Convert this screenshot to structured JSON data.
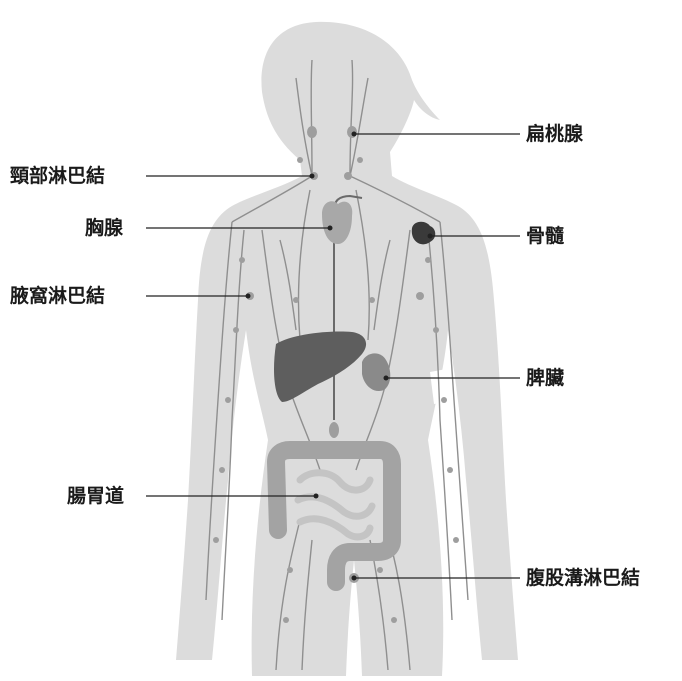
{
  "diagram": {
    "colors": {
      "body": "#dcdcdc",
      "lymph_vessel": "#8f8f8f",
      "node": "#9e9e9e",
      "organ_light": "#a8a8a8",
      "organ_mid": "#8a8a8a",
      "organ_dark": "#5e5e5e",
      "bone_marrow": "#3a3a3a",
      "leader_line": "#222222",
      "label_text": "#1a1a1a"
    },
    "labels": {
      "tonsils": "扁桃腺",
      "cervical_nodes": "頸部淋巴結",
      "thymus": "胸腺",
      "bone_marrow": "骨髓",
      "axillary_nodes": "腋窩淋巴結",
      "spleen": "脾臟",
      "gut": "腸胃道",
      "inguinal_nodes": "腹股溝淋巴結"
    }
  }
}
